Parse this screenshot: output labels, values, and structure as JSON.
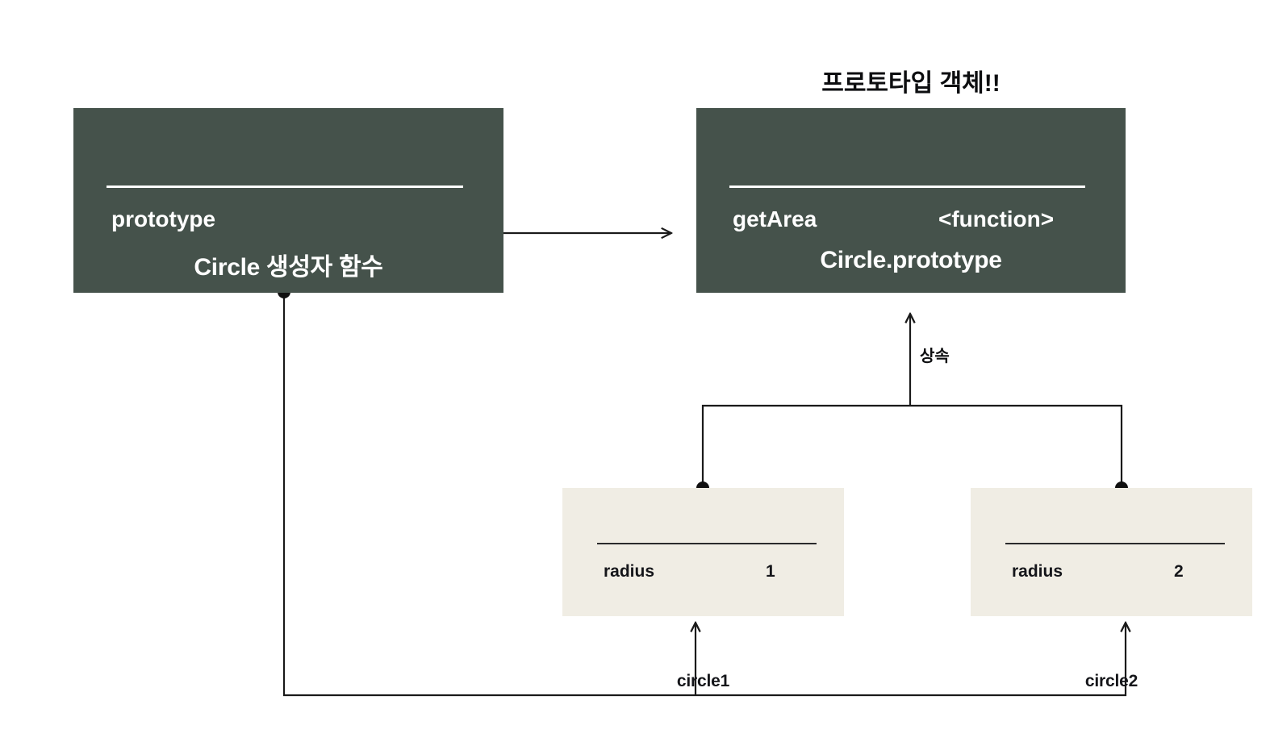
{
  "diagram": {
    "title_caption": "프로토타입 객체!!",
    "inherit_label": "상속",
    "colors": {
      "dark_box": "#45524B",
      "light_box": "#F0EDE4",
      "line": "#1a1a1a",
      "dark_box_text": "#FFFFFF",
      "light_box_text": "#15161A",
      "background": "#FFFFFF"
    },
    "boxes": {
      "constructor": {
        "title": "Circle 생성자 함수",
        "rows": [
          {
            "key": "prototype",
            "value": ""
          }
        ]
      },
      "prototype": {
        "title": "Circle.prototype",
        "rows": [
          {
            "key": "getArea",
            "value": "<function>"
          }
        ]
      },
      "circle1": {
        "title": "circle1",
        "rows": [
          {
            "key": "radius",
            "value": "1"
          }
        ]
      },
      "circle2": {
        "title": "circle2",
        "rows": [
          {
            "key": "radius",
            "value": "2"
          }
        ]
      }
    },
    "edges": [
      {
        "name": "prototype-to-prototype-object",
        "from": "constructor.prototype",
        "to": "prototype-box",
        "label": ""
      },
      {
        "name": "circle1-inherits-prototype",
        "from": "circle1",
        "to": "prototype-box",
        "label": "상속"
      },
      {
        "name": "circle2-inherits-prototype",
        "from": "circle2",
        "to": "prototype-box",
        "label": "상속"
      },
      {
        "name": "constructor-creates-circle1",
        "from": "constructor",
        "to": "circle1",
        "label": ""
      },
      {
        "name": "constructor-creates-circle2",
        "from": "constructor",
        "to": "circle2",
        "label": ""
      }
    ]
  }
}
